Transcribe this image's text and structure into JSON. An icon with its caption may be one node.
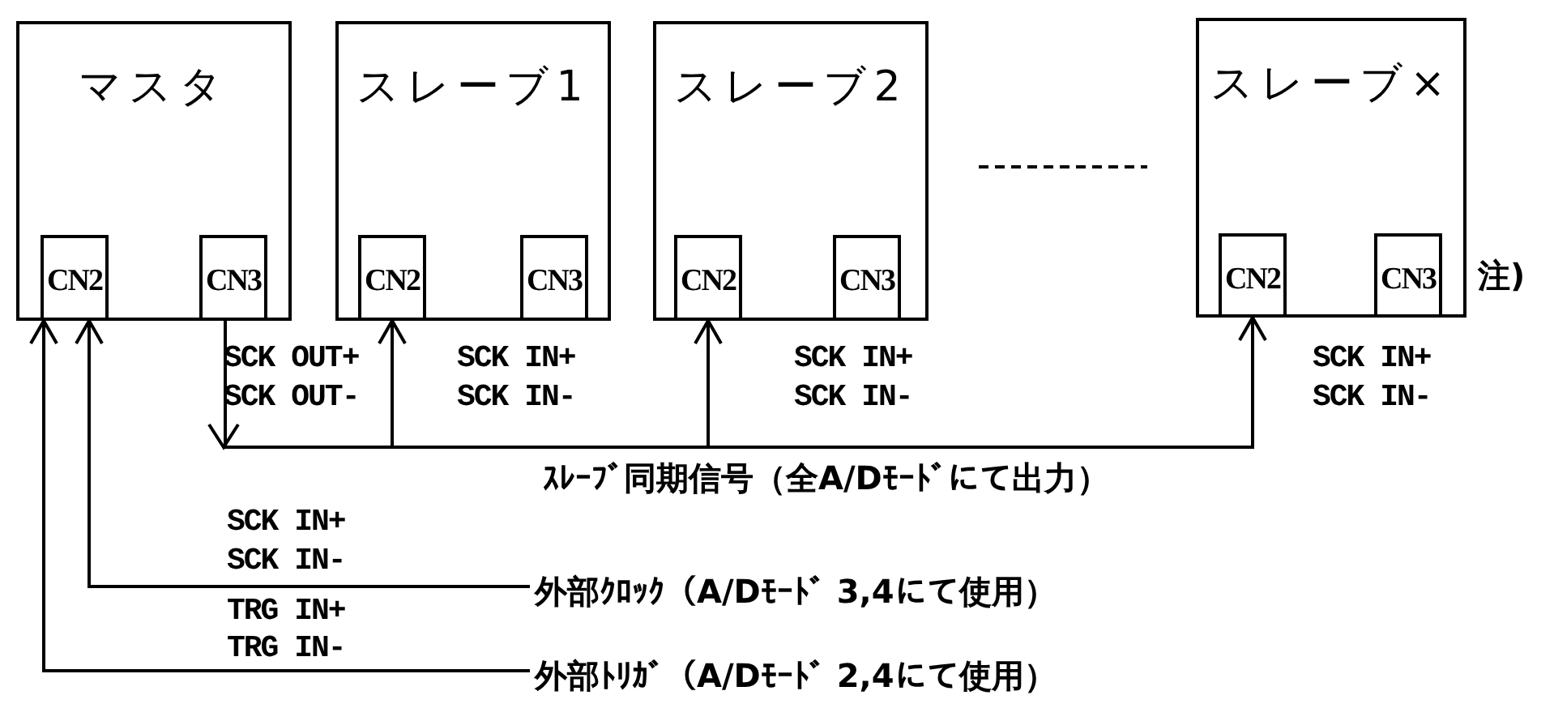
{
  "diagram": {
    "nodes": [
      {
        "text": [
          "マスタ"
        ]
      },
      {
        "text": [
          "CN2"
        ],
        "in": 0
      },
      {
        "text": [
          "CN3"
        ],
        "in": 0
      },
      {
        "text": [
          "スレーブ1"
        ]
      },
      {
        "text": [
          "CN2"
        ],
        "in": 3
      },
      {
        "text": [
          "CN3"
        ],
        "in": 3
      },
      {
        "text": [
          "スレーブ2"
        ]
      },
      {
        "text": [
          "CN2"
        ],
        "in": 6
      },
      {
        "text": [
          "CN3"
        ],
        "in": 6
      },
      {
        "text": [
          "スレーブ×"
        ]
      },
      {
        "text": [
          "CN2"
        ],
        "in": 9
      },
      {
        "text": [
          "CN3"
        ],
        "in": 9
      },
      {
        "text": [
          "外部ｸﾛｯｸ（A/Dﾓｰﾄﾞ 3,4にて使用）"
        ]
      },
      {
        "text": [
          "外部ﾄﾘｶﾞ（A/Dﾓｰﾄﾞ 2,4にて使用）"
        ]
      }
    ],
    "edges": [
      {
        "from": 2,
        "to": 4,
        "arrow": "to"
      },
      {
        "from": 2,
        "to": 7,
        "arrow": "to"
      },
      {
        "from": 2,
        "to": 10,
        "arrow": "to"
      },
      {
        "from": 12,
        "to": 1,
        "arrow": "to"
      },
      {
        "from": 13,
        "to": 1,
        "arrow": "to"
      }
    ],
    "labels": [
      "SCK OUT+",
      "SCK OUT-",
      "SCK IN+",
      "SCK IN-",
      "SCK IN+",
      "SCK IN-",
      "SCK IN+",
      "SCK IN-",
      "注)",
      "ｽﾚｰﾌﾞ同期信号（全A/Dﾓｰﾄﾞにて出力）",
      "SCK IN+",
      "SCK IN-",
      "TRG IN+",
      "TRG IN-"
    ]
  }
}
